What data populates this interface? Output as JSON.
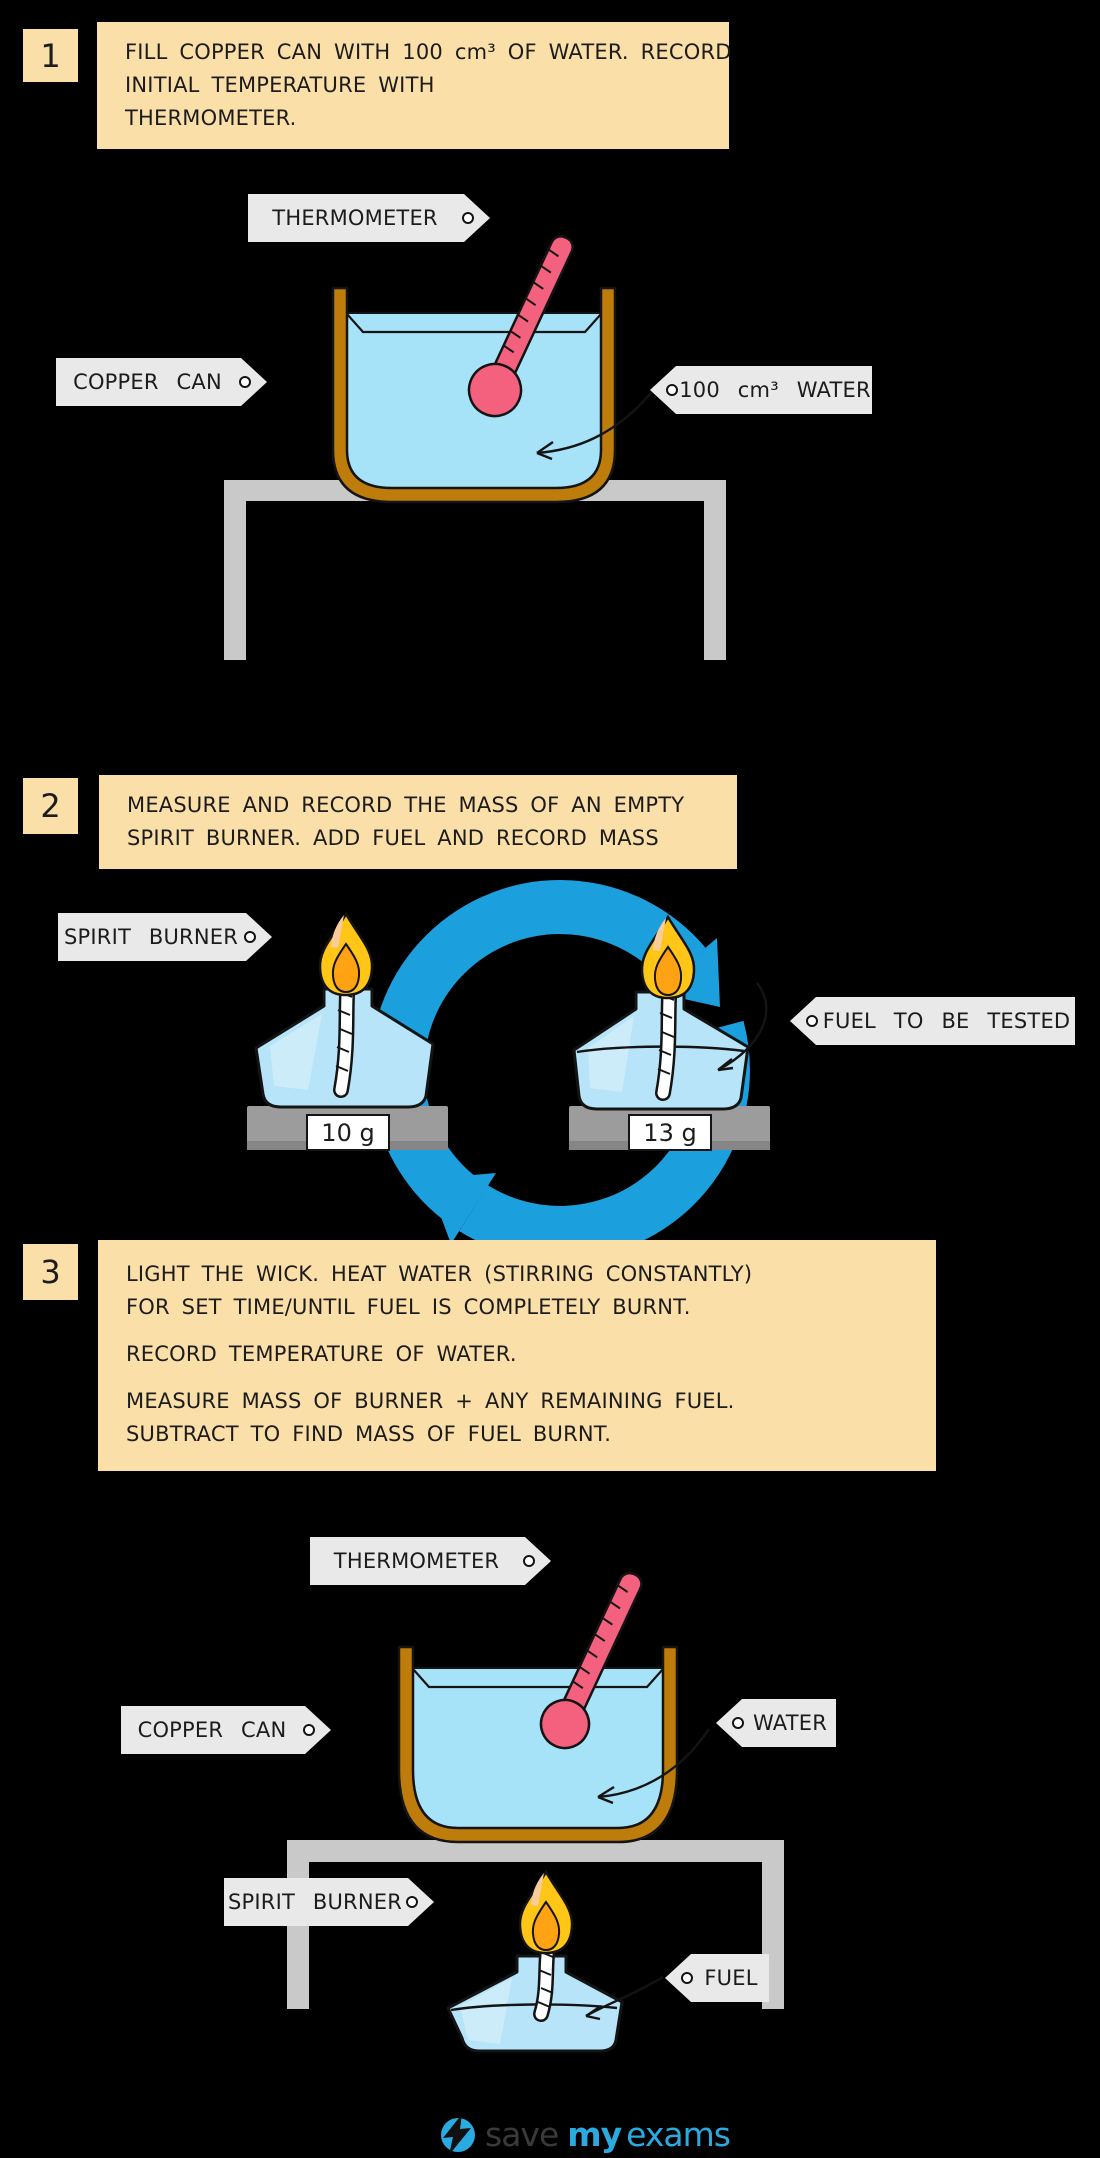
{
  "colors": {
    "background": "#000000",
    "box_fill": "#FBDFA8",
    "tag_fill": "#E9E9E9",
    "water_blue": "#A6E2F8",
    "burner_blue": "#B7E4F8",
    "copper_brown": "#BE7D0B",
    "thermometer_pink": "#F3617E",
    "flame_yellow": "#FFC517",
    "flame_orange": "#FFA315",
    "cycle_blue": "#1B9FDD",
    "stand_gray": "#C9C9C9",
    "scale_gray": "#9C9C9C",
    "logo_blue": "#29ABE2"
  },
  "steps": [
    {
      "number": "1",
      "lines": [
        "FILL COPPER CAN WITH 100 cm³ OF WATER. RECORD",
        "INITIAL TEMPERATURE WITH",
        "THERMOMETER."
      ]
    },
    {
      "number": "2",
      "lines": [
        "MEASURE AND RECORD THE MASS OF AN EMPTY",
        "SPIRIT BURNER. ADD FUEL AND RECORD MASS"
      ]
    },
    {
      "number": "3",
      "lines": [
        "LIGHT THE WICK. HEAT WATER (STIRRING CONSTANTLY)",
        "FOR SET TIME/UNTIL FUEL IS COMPLETELY BURNT.",
        "RECORD TEMPERATURE OF WATER.",
        "MEASURE MASS OF BURNER + ANY REMAINING FUEL.",
        "SUBTRACT TO FIND MASS OF FUEL BURNT."
      ]
    }
  ],
  "diagram1": {
    "thermometer_label": "THERMOMETER",
    "copper_can_label": "COPPER CAN",
    "water_label": "100 cm³ WATER"
  },
  "diagram2": {
    "spirit_burner_label": "SPIRIT BURNER",
    "fuel_label": "FUEL TO BE TESTED",
    "left_scale_reading": "10 g",
    "right_scale_reading": "13 g"
  },
  "diagram3": {
    "thermometer_label": "THERMOMETER",
    "copper_can_label": "COPPER CAN",
    "water_label": "WATER",
    "spirit_burner_label": "SPIRIT BURNER",
    "fuel_label": "FUEL"
  },
  "logo": {
    "word1": "save",
    "word2": "my",
    "word3": "exams"
  }
}
